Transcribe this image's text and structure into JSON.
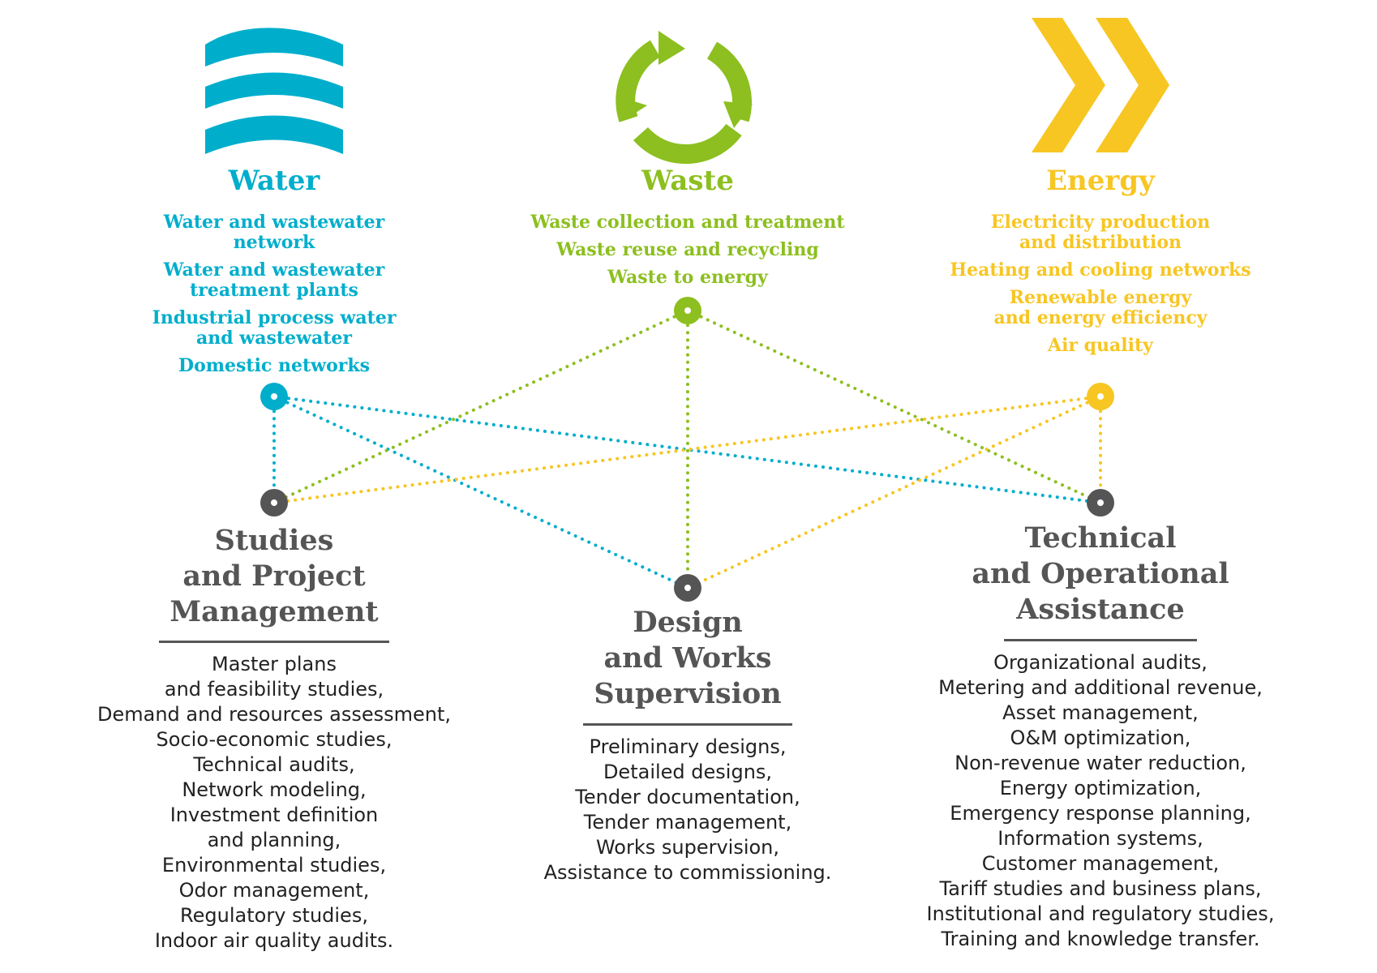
{
  "colors": {
    "water": "#00aecc",
    "waste": "#8cbf1f",
    "energy": "#f7c623",
    "service": "#555555"
  },
  "icons": {
    "water": "water-waves-icon",
    "waste": "recycle-arrows-icon",
    "energy": "chevrons-icon"
  },
  "sectors": {
    "water": {
      "title": "Water",
      "items": [
        "Water and wastewater\nnetwork",
        "Water and wastewater\ntreatment plants",
        "Industrial process water\nand wastewater",
        "Domestic networks"
      ]
    },
    "waste": {
      "title": "Waste",
      "items": [
        "Waste collection and treatment",
        "Waste reuse and recycling",
        "Waste to energy"
      ]
    },
    "energy": {
      "title": "Energy",
      "items": [
        "Electricity production\nand distribution",
        "Heating and cooling networks",
        "Renewable energy\nand energy efficiency",
        "Air quality"
      ]
    }
  },
  "services": {
    "studies": {
      "title": "Studies\nand Project\nManagement",
      "items": [
        "Master plans",
        "and feasibility studies,",
        "Demand and resources assessment,",
        "Socio-economic studies,",
        "Technical audits,",
        "Network modeling,",
        "Investment definition",
        "and planning,",
        "Environmental studies,",
        "Odor management,",
        "Regulatory studies,",
        "Indoor air quality audits."
      ]
    },
    "design": {
      "title": "Design\nand Works\nSupervision",
      "items": [
        "Preliminary designs,",
        "Detailed designs,",
        "Tender documentation,",
        "Tender management,",
        "Works supervision,",
        "Assistance to commissioning."
      ]
    },
    "technical": {
      "title": "Technical\nand Operational\nAssistance",
      "items": [
        "Organizational audits,",
        "Metering and additional revenue,",
        "Asset management,",
        "O&M optimization,",
        "Non-revenue water reduction,",
        "Energy optimization,",
        "Emergency response planning,",
        "Information systems,",
        "Customer management,",
        "Tariff studies and business plans,",
        "Institutional and regulatory studies,",
        "Training and knowledge transfer."
      ]
    }
  }
}
